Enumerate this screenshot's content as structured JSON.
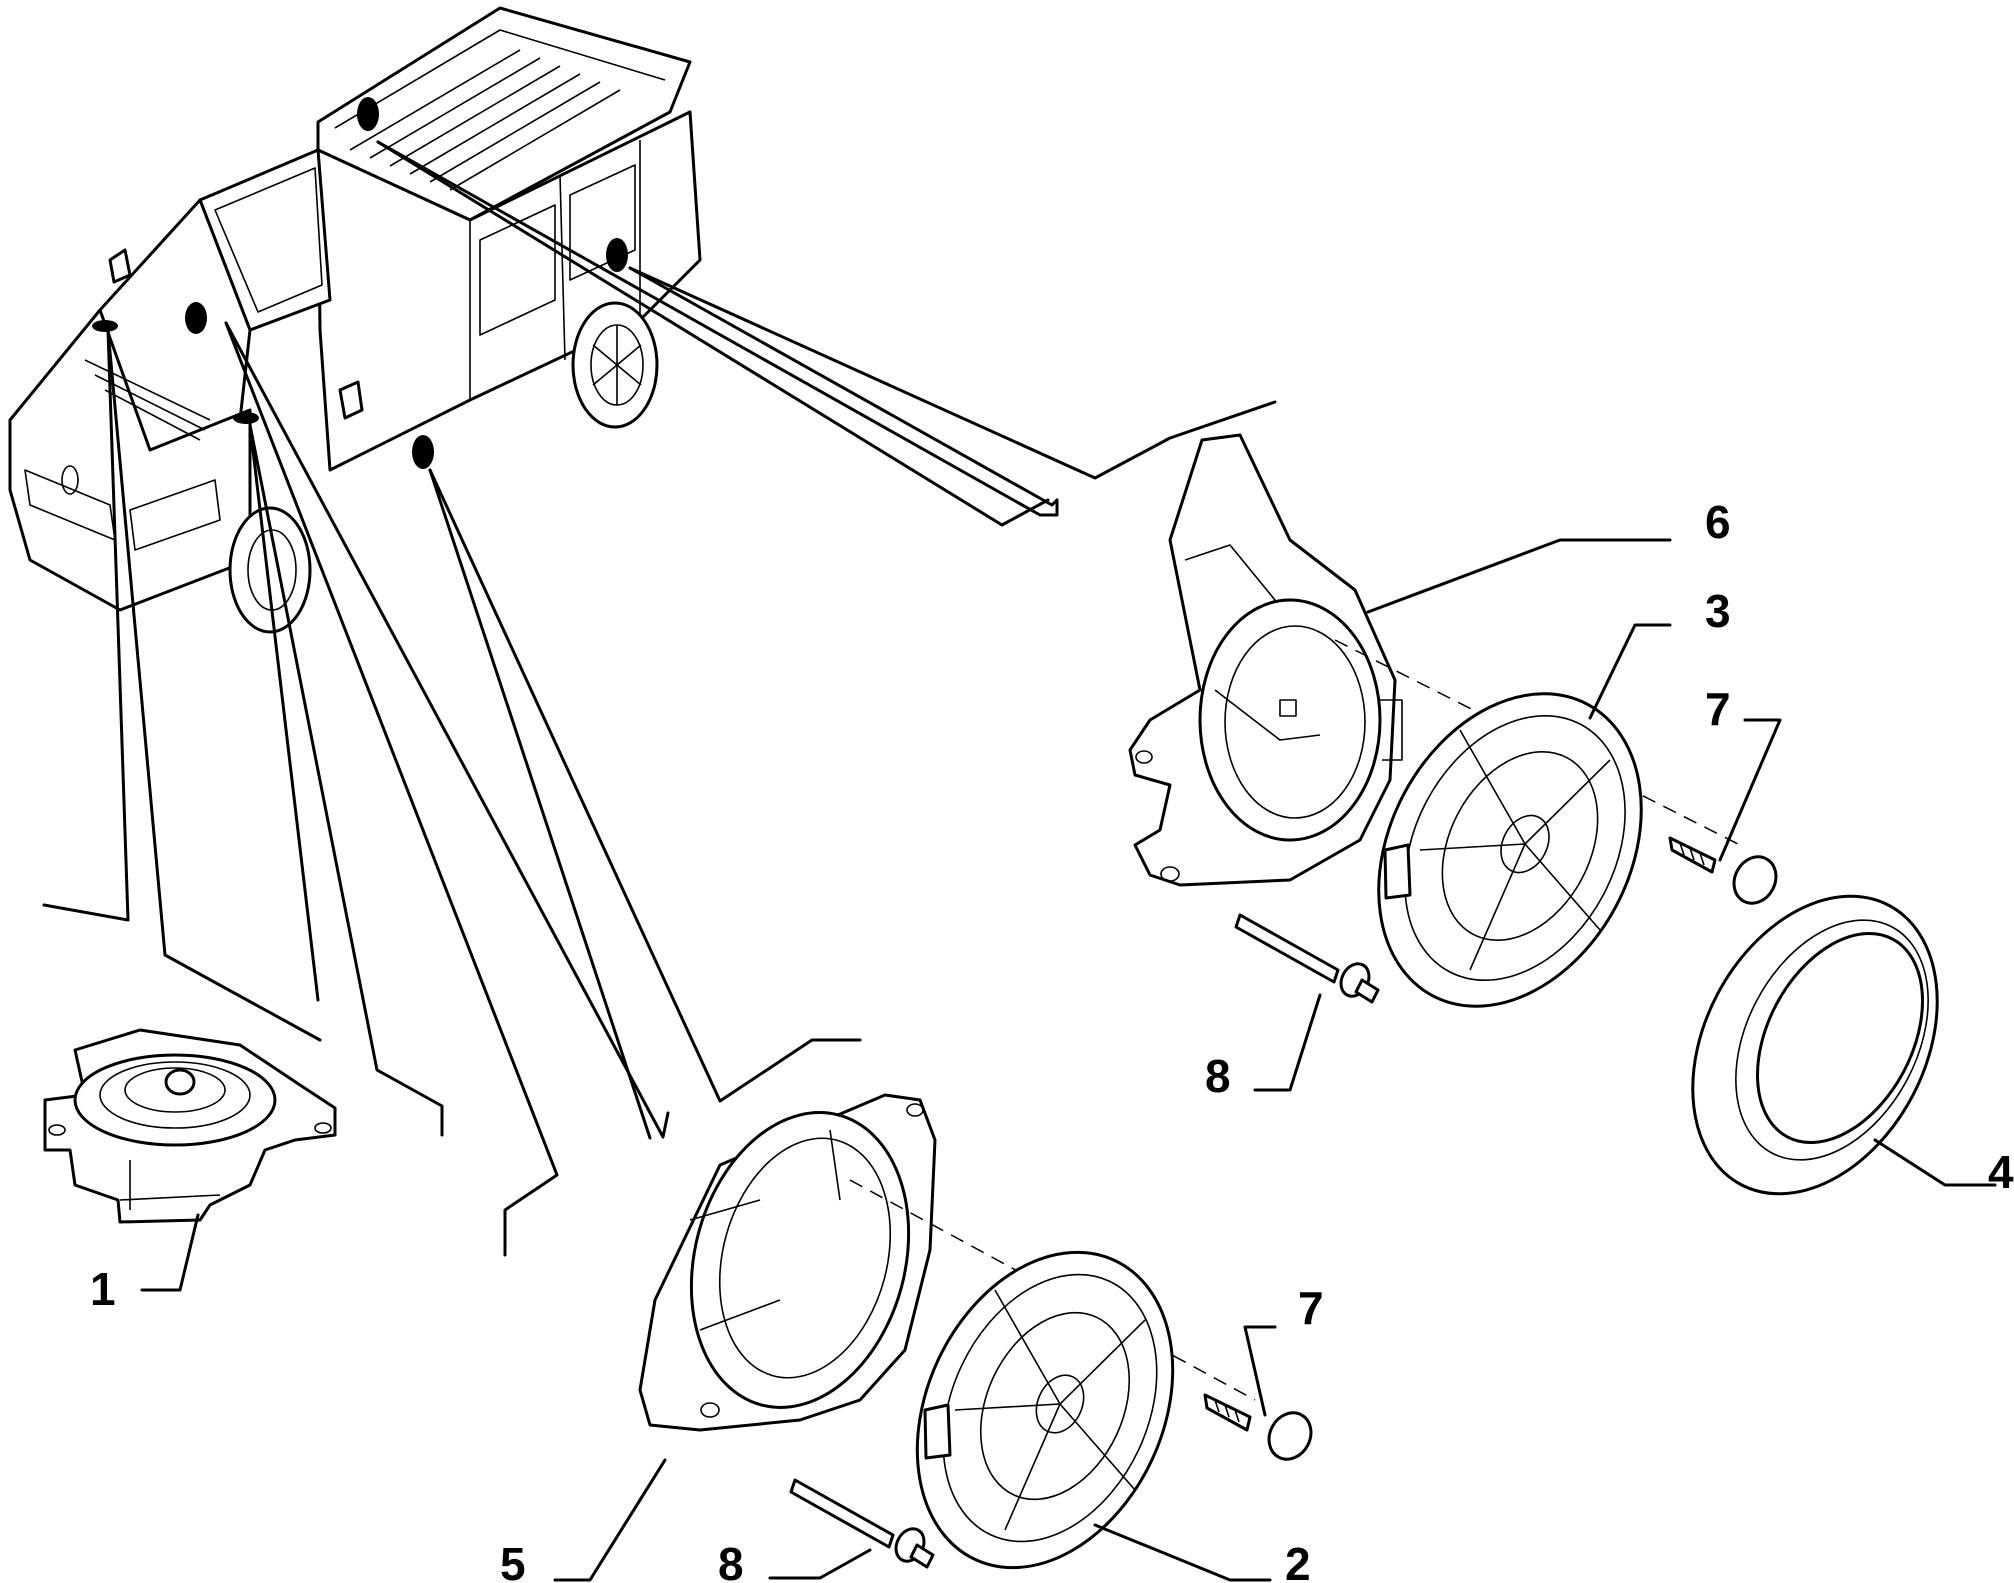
{
  "callouts": [
    {
      "id": "callout-1",
      "text": "1"
    },
    {
      "id": "callout-2",
      "text": "2"
    },
    {
      "id": "callout-3",
      "text": "3"
    },
    {
      "id": "callout-4",
      "text": "4"
    },
    {
      "id": "callout-5",
      "text": "5"
    },
    {
      "id": "callout-6",
      "text": "6"
    },
    {
      "id": "callout-7a",
      "text": "7"
    },
    {
      "id": "callout-7b",
      "text": "7"
    },
    {
      "id": "callout-8a",
      "text": "8"
    },
    {
      "id": "callout-8b",
      "text": "8"
    }
  ],
  "colors": {
    "ink": "#000000",
    "paper": "#ffffff"
  }
}
